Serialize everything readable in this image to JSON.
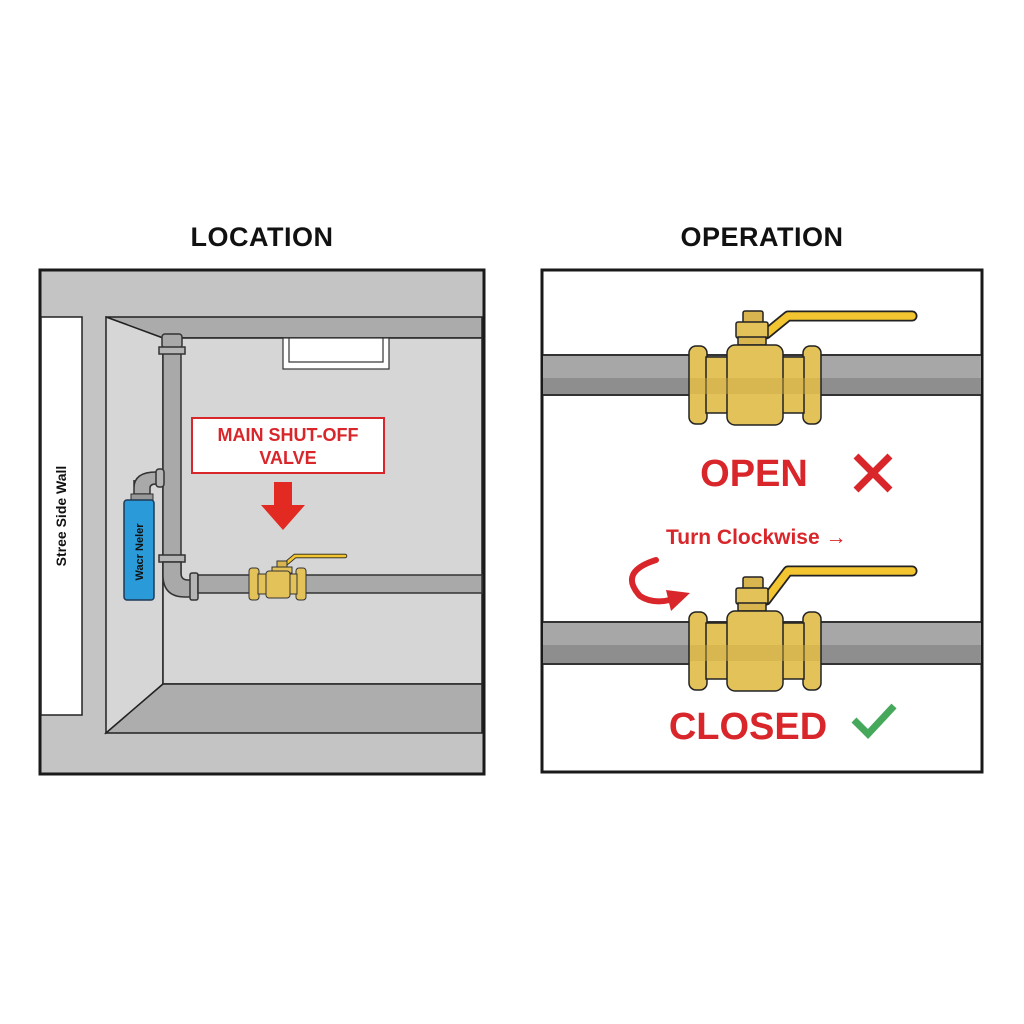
{
  "location": {
    "title": "LOCATION",
    "street_wall_label": "Stree Side Wall",
    "water_meter_label": "Wacr Neler",
    "callout_line1": "MAIN SHUT-OFF",
    "callout_line2": "VALVE"
  },
  "operation": {
    "title": "OPERATION",
    "open_label": "OPEN",
    "open_status_icon": "cross-icon",
    "turn_label": "Turn Clockwise →",
    "closed_label": "CLOSED",
    "closed_status_icon": "check-icon"
  },
  "colors": {
    "accent_red": "#d9262b",
    "brass": "#e3c25a",
    "handle_yellow": "#f2c531",
    "meter_blue": "#2a9ad8",
    "check_green": "#46a85a",
    "pipe_gray": "#a5a5a5"
  }
}
